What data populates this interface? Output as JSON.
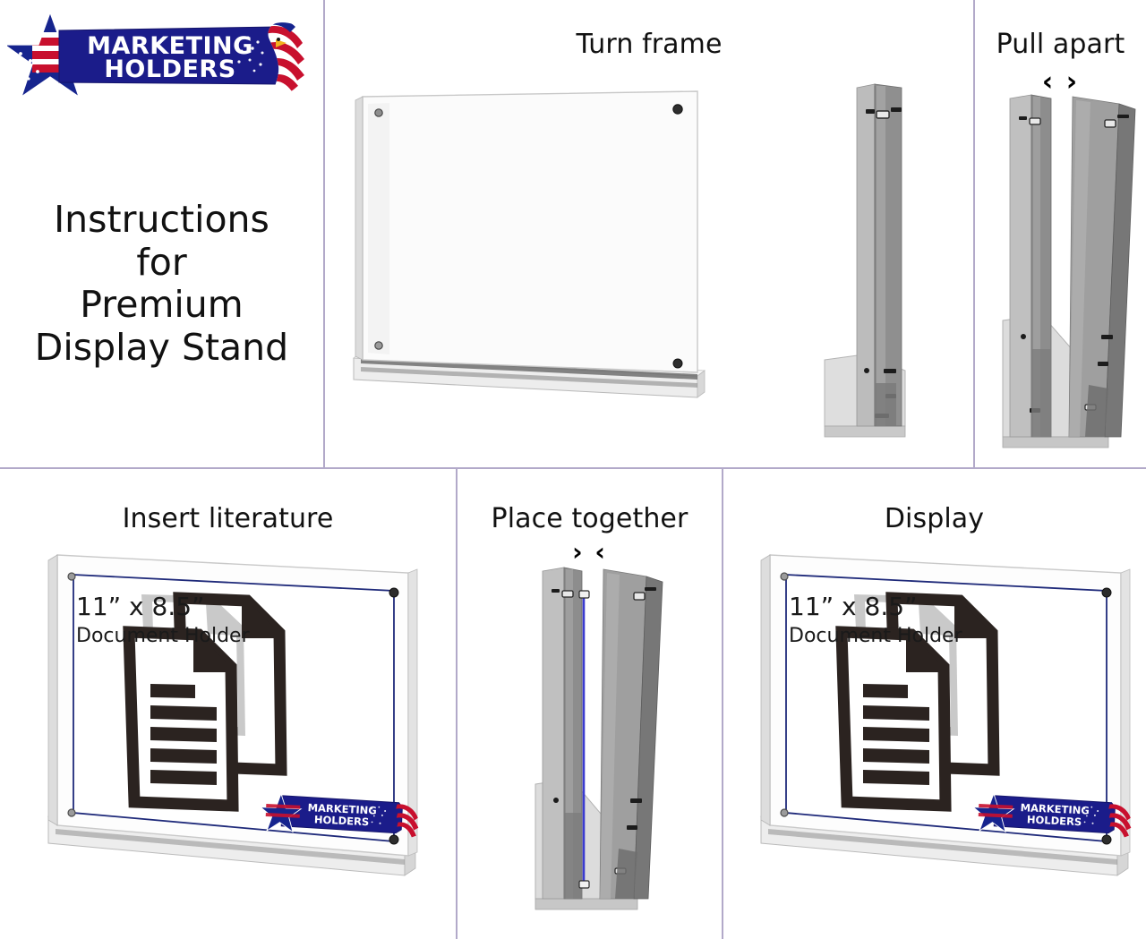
{
  "page": {
    "title": "Instructions for Premium Display Stand",
    "background": "#ffffff",
    "divider_color": "#b2a9c9"
  },
  "brand": {
    "name_line1": "MARKETING",
    "name_line2": "HOLDERS",
    "banner_color": "#1b1c8a",
    "text_color": "#ffffff",
    "star_blue": "#16248e",
    "stripe_red": "#c8102e"
  },
  "title": {
    "line1": "Instructions",
    "line2": "for",
    "line3": "Premium",
    "line4": "Display Stand"
  },
  "steps": [
    {
      "id": "turn-frame",
      "label": "Turn frame",
      "arrows": ""
    },
    {
      "id": "pull-apart",
      "label": "Pull apart",
      "arrows": "‹ ›"
    },
    {
      "id": "insert-literature",
      "label": "Insert literature",
      "arrows": ""
    },
    {
      "id": "place-together",
      "label": "Place together",
      "arrows": "› ‹"
    },
    {
      "id": "display",
      "label": "Display",
      "arrows": ""
    }
  ],
  "insert_sheet": {
    "size_text": "11” x 8.5”",
    "caption_text": "Document Holder",
    "border_color": "#1f2a7a",
    "icon_color": "#2b2320",
    "icon_back_color": "#c9c9c9"
  },
  "frame": {
    "acrylic_face": "#fcfcfc",
    "acrylic_edge": "#bdbdbd",
    "base_color": "#e8e8e8",
    "screw_color": "#2a2a2a",
    "panel_gray_light": "#b9b9b9",
    "panel_gray_mid": "#9a9a9a",
    "panel_gray_dark": "#7d7d7d",
    "blue_sheet": "#3a3ad0"
  }
}
